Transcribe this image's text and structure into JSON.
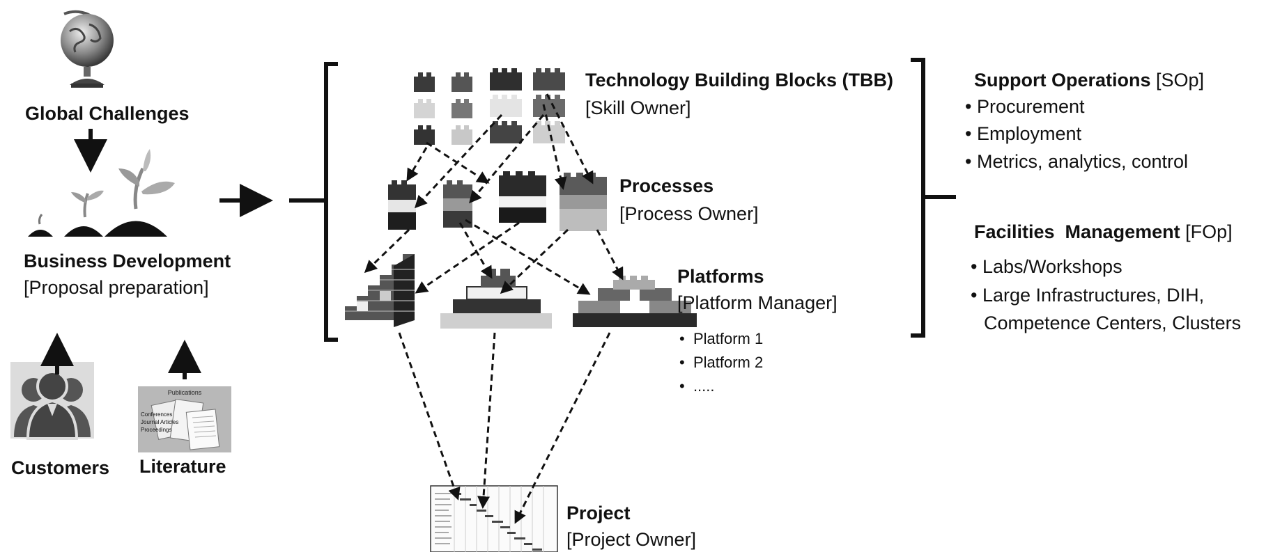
{
  "left": {
    "global_challenges": "Global Challenges",
    "business_development": "Business Development",
    "proposal_preparation": "[Proposal preparation]",
    "customers": "Customers",
    "literature": "Literature",
    "literature_thumb": {
      "title": "Publications",
      "lines": [
        "Conferences",
        "Journal Articles",
        "Proceedings"
      ]
    }
  },
  "center": {
    "tbb_title": "Technology Building Blocks (TBB)",
    "tbb_owner": "[Skill Owner]",
    "processes_title": "Processes",
    "processes_owner": "[Process Owner]",
    "platforms_title": "Platforms",
    "platforms_owner": "[Platform Manager]",
    "platform_items": [
      "Platform 1",
      "Platform 2",
      "....."
    ],
    "project_title": "Project",
    "project_owner": "[Project Owner]"
  },
  "right": {
    "support_title": "Support Operations",
    "support_tag": "[SOp]",
    "support_items": [
      "Procurement",
      "Employment",
      "Metrics, analytics, control"
    ],
    "facilities_title": "Facilities  Management",
    "facilities_tag": "[FOp]",
    "facilities_items": [
      "Labs/Workshops",
      "Large Infrastructures, DIH,",
      "Competence Centers, Clusters"
    ]
  }
}
